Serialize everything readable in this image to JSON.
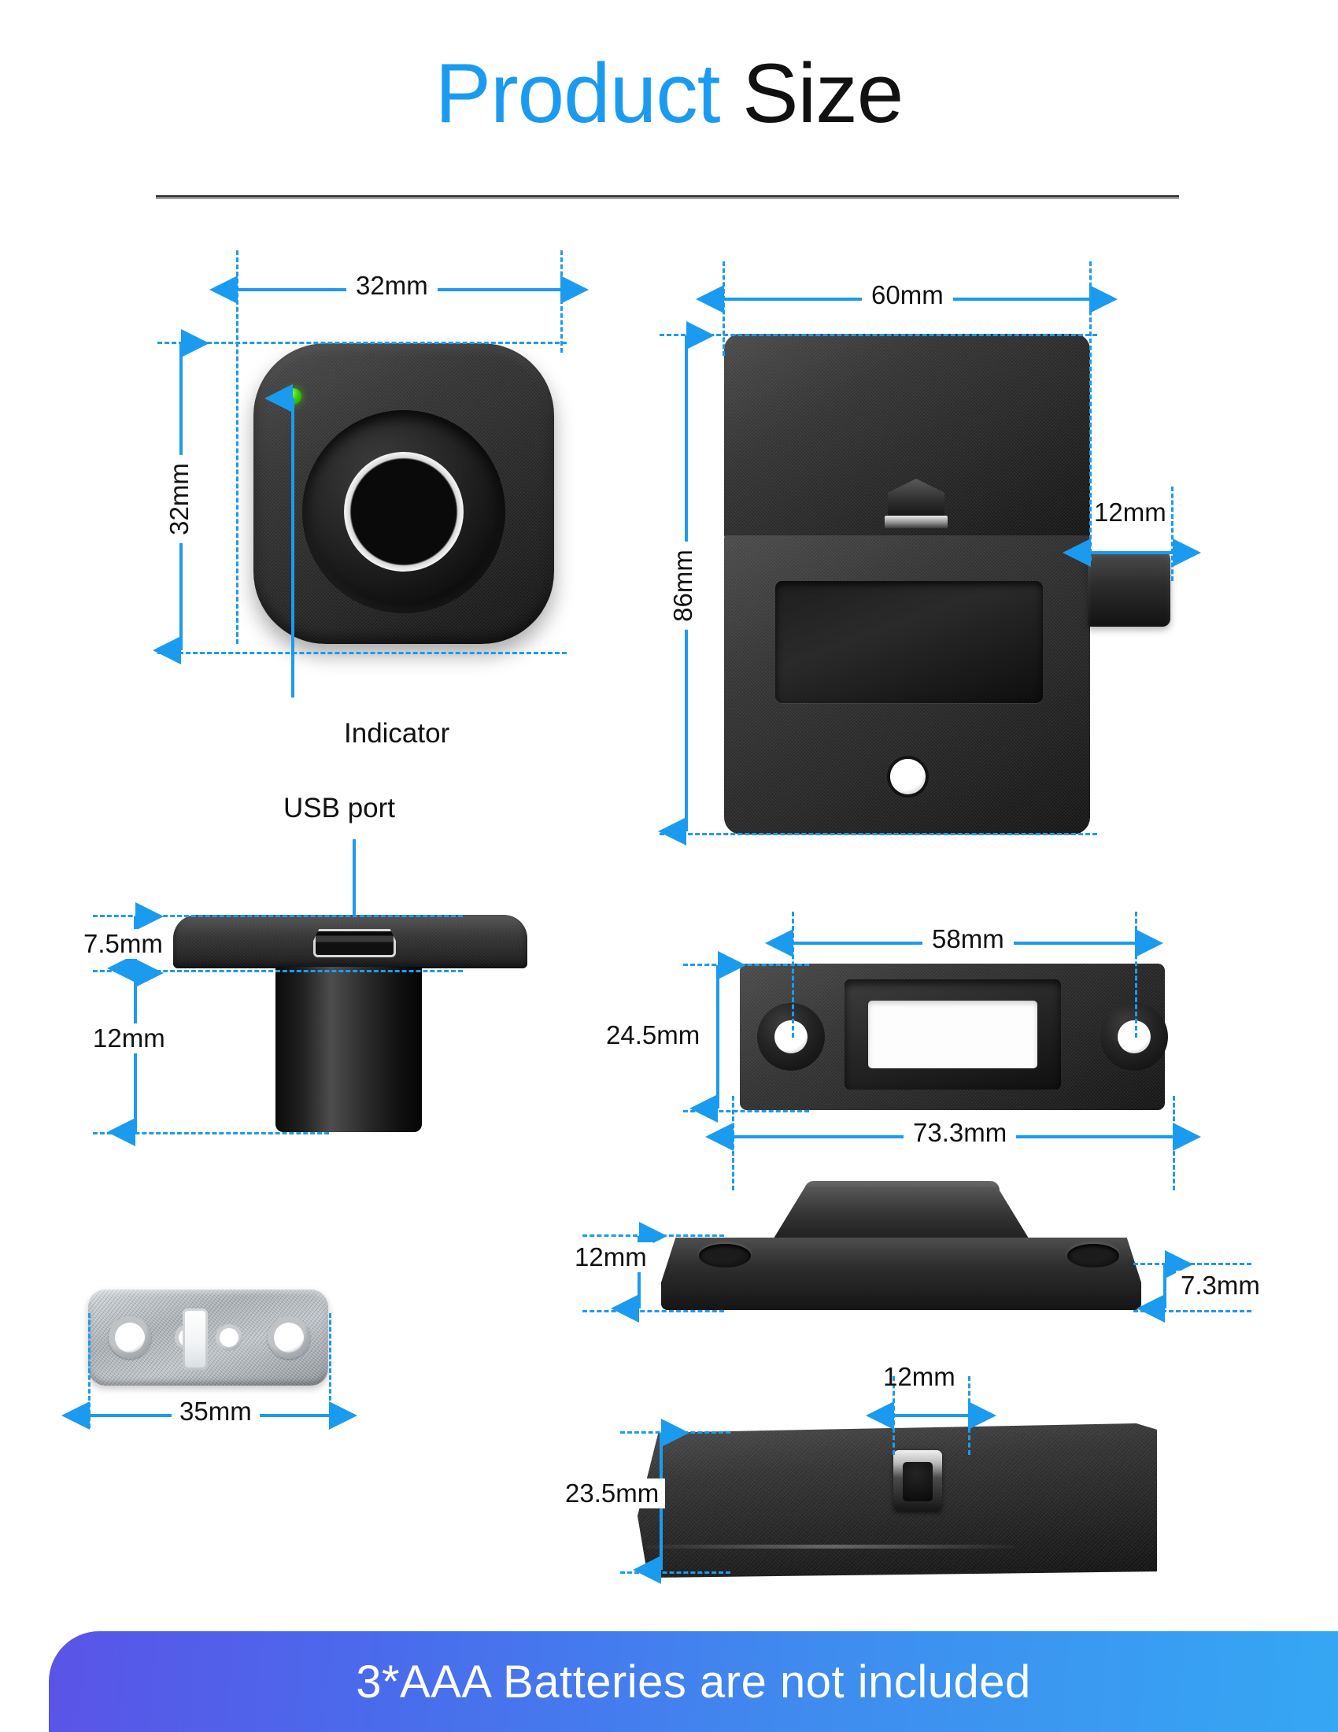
{
  "title": {
    "highlight": "Product",
    "rest": "Size"
  },
  "banner": {
    "text": "3*AAA Batteries are not included"
  },
  "callouts": [
    {
      "name": "indicator",
      "label": "Indicator"
    },
    {
      "name": "usb-port",
      "label": "USB port"
    }
  ],
  "dimensions": {
    "fp_width": "32mm",
    "fp_height": "32mm",
    "lock_width": "60mm",
    "lock_height": "86mm",
    "bolt_width": "12mm",
    "usb_plate_thickness": "7.5mm",
    "usb_barrel_height": "12mm",
    "strike_inner_width": "58mm",
    "strike_height": "24.5mm",
    "strike_outer_width": "73.3mm",
    "persp_height": "12mm",
    "persp_plate_thickness": "7.3mm",
    "bracket_width": "35mm",
    "batt_cover_height": "23.5mm",
    "batt_latch_width": "12mm"
  },
  "colors": {
    "accent_blue": "#1b9bf0",
    "title_dark": "#111111",
    "led_green": "#3cd30a",
    "banner_start": "#5a54e6",
    "banner_end": "#35a7f3"
  }
}
